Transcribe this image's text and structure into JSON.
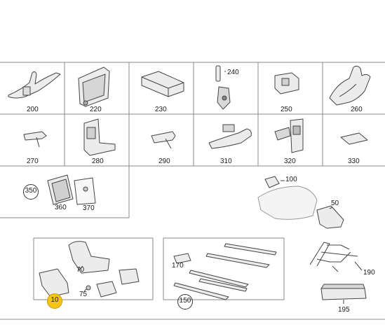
{
  "colors": {
    "line": "#555555",
    "part_fill": "#e6e6e6",
    "highlight": "#f4c419"
  },
  "parts": {
    "p200": "200",
    "p220": "220",
    "p230": "230",
    "p240": "240",
    "p250": "250",
    "p260": "260",
    "p270": "270",
    "p280": "280",
    "p290": "290",
    "p310": "310",
    "p320": "320",
    "p330": "330",
    "p350": "350",
    "p360": "360",
    "p370": "370",
    "p100": "100",
    "p50": "50",
    "p70": "70",
    "p75": "75",
    "p10": "10",
    "p170": "170",
    "p150": "150",
    "p190": "190",
    "p195": "195"
  }
}
